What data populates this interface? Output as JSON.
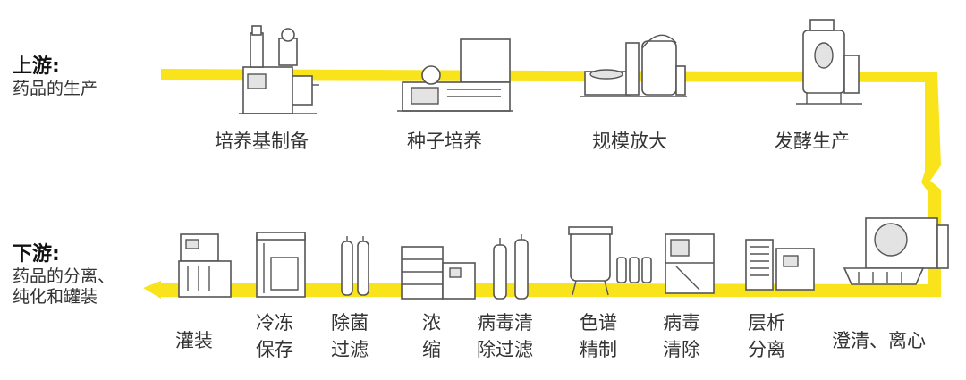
{
  "colors": {
    "flow_band": "#f9e31a",
    "text": "#333333",
    "outline": "#555555"
  },
  "upstream": {
    "title": "上游:",
    "description": "药品的生产",
    "steps": [
      {
        "label": "培养基制备",
        "icon": "media-preparation-equipment-icon"
      },
      {
        "label": "种子培养",
        "icon": "seed-culture-equipment-icon"
      },
      {
        "label": "规模放大",
        "icon": "scale-up-bioreactor-icon"
      },
      {
        "label": "发酵生产",
        "icon": "fermentation-tank-icon"
      }
    ]
  },
  "downstream": {
    "title": "下游:",
    "description_lines": [
      "药品的分离、",
      "纯化和罐装"
    ],
    "steps": [
      {
        "lines": [
          "灌装"
        ],
        "icon": "filling-machine-icon"
      },
      {
        "lines": [
          "冷冻",
          "保存"
        ],
        "icon": "freezer-storage-icon"
      },
      {
        "lines": [
          "除菌",
          "过滤"
        ],
        "icon": "sterile-filter-icon"
      },
      {
        "lines": [
          "浓",
          "缩"
        ],
        "icon": "concentration-system-icon"
      },
      {
        "lines": [
          "病毒清",
          "除过滤"
        ],
        "icon": "virus-filtration-icon"
      },
      {
        "lines": [
          "色谱",
          "精制"
        ],
        "icon": "chromatography-column-icon"
      },
      {
        "lines": [
          "病毒",
          "清除"
        ],
        "icon": "virus-inactivation-unit-icon"
      },
      {
        "lines": [
          "层析",
          "分离"
        ],
        "icon": "chromatography-skid-icon"
      },
      {
        "lines": [
          "澄清、离心"
        ],
        "icon": "centrifuge-icon"
      }
    ]
  }
}
